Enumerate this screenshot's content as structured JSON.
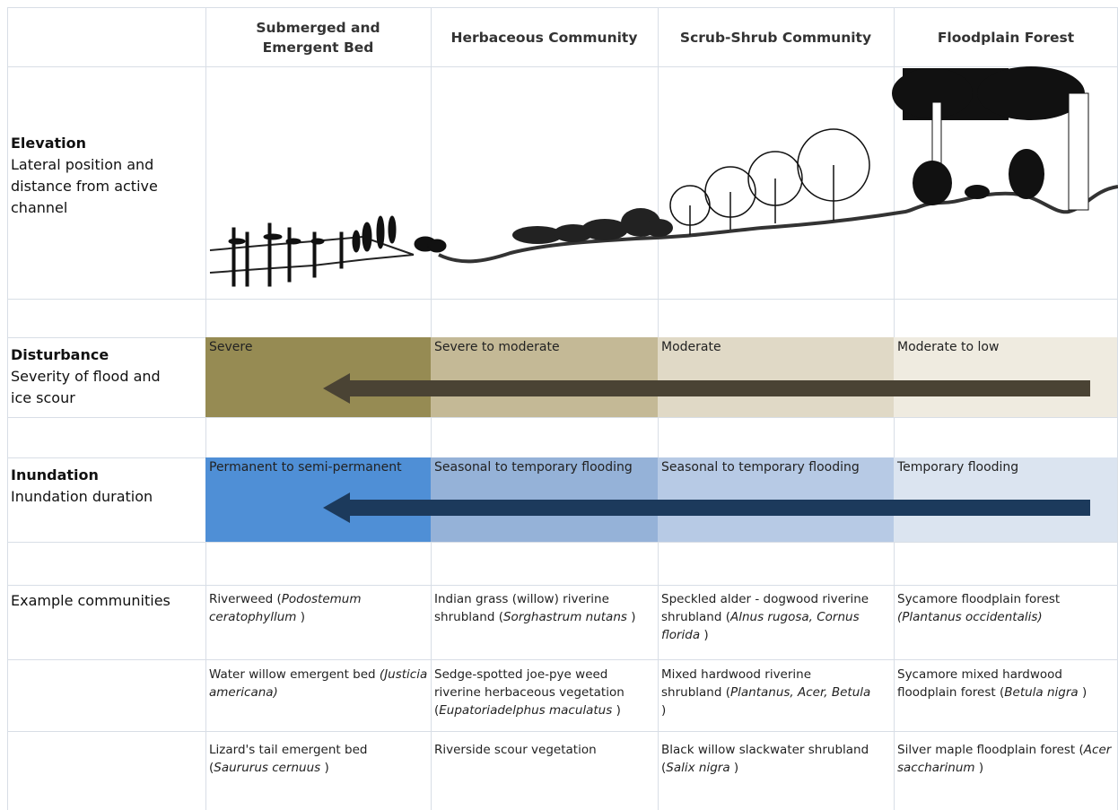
{
  "columns": [
    {
      "title_line1": "Submerged and",
      "title_line2": "Emergent Bed"
    },
    {
      "title_line1": "Herbaceous Community",
      "title_line2": ""
    },
    {
      "title_line1": "Scrub-Shrub Community",
      "title_line2": ""
    },
    {
      "title_line1": "Floodplain Forest",
      "title_line2": ""
    }
  ],
  "rows": {
    "elevation": {
      "title": "Elevation",
      "desc_line1": "Lateral position and",
      "desc_line2": "distance from active",
      "desc_line3": "channel"
    },
    "disturbance": {
      "title": "Disturbance",
      "desc_line1": "Severity of flood and",
      "desc_line2": "ice scour",
      "values": [
        "Severe",
        "Severe to moderate",
        "Moderate",
        "Moderate to low"
      ],
      "colors": [
        "#968b53",
        "#c4b996",
        "#e0d9c6",
        "#efebe0"
      ],
      "arrow_color": "#4a4334"
    },
    "inundation": {
      "title": "Inundation",
      "desc_line1": "Inundation duration",
      "values": [
        "Permanent to semi-permanent",
        "Seasonal to temporary flooding",
        "Seasonal to temporary flooding",
        "Temporary flooding"
      ],
      "colors": [
        "#4f8fd6",
        "#95b2d8",
        "#b7cae5",
        "#dbe4f0"
      ],
      "arrow_color": "#1c3a5c"
    }
  },
  "examples": {
    "label": "Example communities",
    "rows": [
      [
        {
          "plain": "Riverweed (",
          "sci": "Podostemum ceratophyllum",
          "tail": " )"
        },
        {
          "plain": "Indian grass (willow) riverine shrubland (",
          "sci": "Sorghastrum nutans",
          "tail": " )"
        },
        {
          "plain": "Speckled alder - dogwood riverine shrubland (",
          "sci": "Alnus rugosa, Cornus florida",
          "tail": " )"
        },
        {
          "plain": "Sycamore floodplain forest ",
          "sci": "(Plantanus occidentalis)",
          "tail": ""
        }
      ],
      [
        {
          "plain": "Water willow emergent bed ",
          "sci": "(Justicia americana)",
          "tail": ""
        },
        {
          "plain": "Sedge-spotted joe-pye weed riverine herbaceous vegetation (",
          "sci": "Eupatoriadelphus maculatus",
          "tail": " )"
        },
        {
          "plain": "Mixed hardwood riverine shrubland  (",
          "sci": "Plantanus, Acer, Betula",
          "tail": " )"
        },
        {
          "plain": "Sycamore mixed hardwood floodplain forest (",
          "sci": "Betula nigra",
          "tail": " )"
        }
      ],
      [
        {
          "plain": "Lizard's tail emergent bed (",
          "sci": "Saururus cernuus",
          "tail": " )"
        },
        {
          "plain": "Riverside scour vegetation",
          "sci": "",
          "tail": ""
        },
        {
          "plain": "Black willow slackwater shrubland (",
          "sci": "Salix nigra",
          "tail": " )"
        },
        {
          "plain": "Silver maple floodplain forest (",
          "sci": "Acer saccharinum",
          "tail": " )"
        }
      ]
    ]
  }
}
